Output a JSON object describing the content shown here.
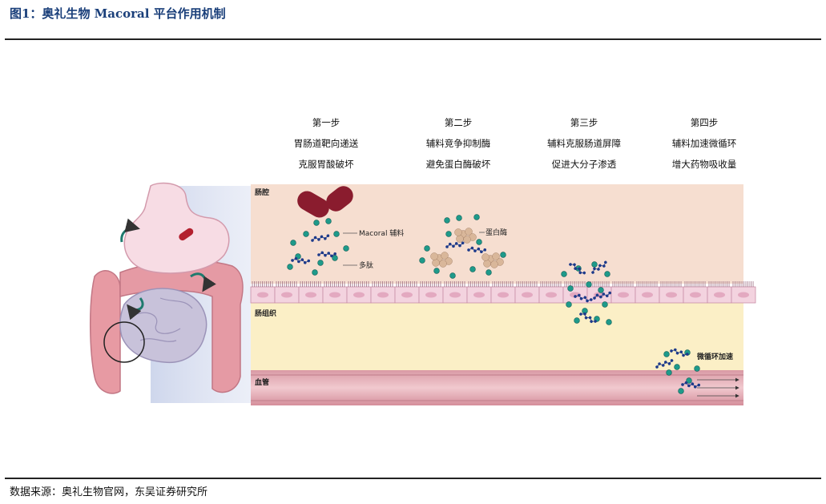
{
  "figure": {
    "title": "图1：奥礼生物 Macoral 平台作用机制",
    "source": "数据来源：奥礼生物官网，东吴证券研究所"
  },
  "steps": [
    {
      "heading": "第一步",
      "line1": "胃肠道靶向递送",
      "line2": "克服胃酸破坏"
    },
    {
      "heading": "第二步",
      "line1": "辅料竞争抑制酶",
      "line2": "避免蛋白酶破坏"
    },
    {
      "heading": "第三步",
      "line1": "辅料克服肠道屏障",
      "line2": "促进大分子渗透"
    },
    {
      "heading": "第四步",
      "line1": "辅料加速微循环",
      "line2": "增大药物吸收量"
    }
  ],
  "labels": {
    "lumen": "肠腔",
    "tissue": "肠组织",
    "vessel": "血管",
    "excipient": "Macoral 辅料",
    "peptide": "多肽",
    "protease": "蛋白酶",
    "microcirculation": "微循环加速"
  },
  "colors": {
    "title_blue": "#1a3f7a",
    "lumen": "#f6ded0",
    "tissue": "#fbefc6",
    "vessel": "#e7b4bc",
    "capsule": "#8a1c2e",
    "excipient_teal": "#1e9a8a",
    "peptide_navy": "#1d3a8a",
    "protease_beige": "#d9b79a"
  }
}
